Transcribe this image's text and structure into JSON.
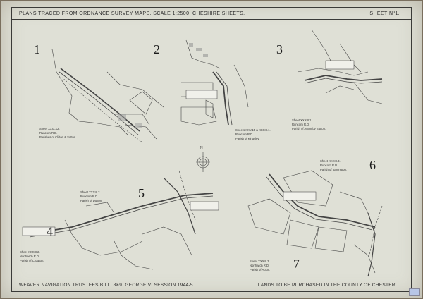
{
  "header": {
    "title": "PLANS TRACED FROM ORDNANCE SURVEY MAPS.  SCALE 1:2500.  CHESHIRE SHEETS.",
    "sheet": "SHEET Nº1."
  },
  "footer": {
    "left": "WEAVER NAVIGATION TRUSTEES BILL. 8&9. GEORGE VI SESSION 1944-5.",
    "right": "LANDS TO BE PURCHASED IN THE COUNTY OF CHESTER."
  },
  "plans": [
    {
      "number": "1",
      "caption": [
        "Sheet XXIX.12.",
        "Runcorn R.D.",
        "Parishes of Clifton & Sutton."
      ]
    },
    {
      "number": "2",
      "caption": [
        "Sheets XXV.15 & XXXIII.1.",
        "Runcorn R.D.",
        "Parish of Kingsley."
      ]
    },
    {
      "number": "3",
      "caption": [
        "Sheet XXXIII.1.",
        "Runcorn R.D.",
        "Parish of Aston by Sutton."
      ]
    },
    {
      "number": "4",
      "caption": [
        "Sheet XXXIII.2.",
        "Northwich R.D.",
        "Parish of Crowton."
      ]
    },
    {
      "number": "5",
      "caption": [
        "Sheet XXXIII.2.",
        "Runcorn R.D.",
        "Parish of Dutton."
      ]
    },
    {
      "number": "6",
      "caption": [
        "Sheet XXXIII.3.",
        "Runcorn R.D.",
        "Parish of Bartington."
      ]
    },
    {
      "number": "7",
      "caption": [
        "Sheet XXXIII.3.",
        "Northwich R.D.",
        "Parish of Acton."
      ]
    }
  ],
  "compass": {
    "north": "N"
  },
  "label_tag": "..."
}
